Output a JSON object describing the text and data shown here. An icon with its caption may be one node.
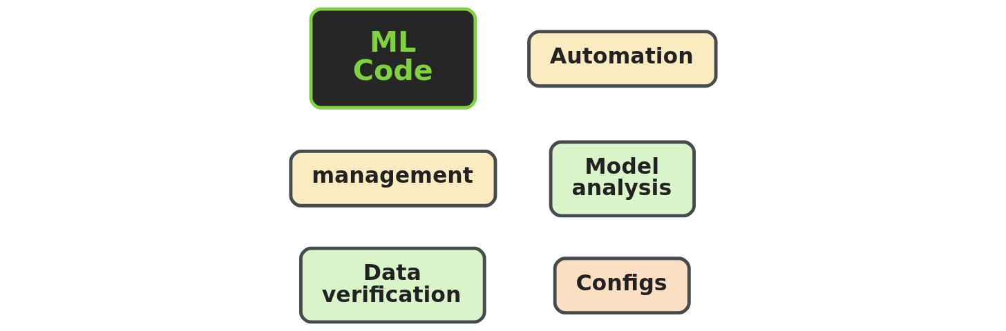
{
  "diagram": {
    "nodes": [
      {
        "text": [
          "management"
        ]
      },
      {
        "text": [
          "Data verification"
        ]
      },
      {
        "text": [
          "Configs"
        ]
      },
      {
        "text": [
          "Model analysis"
        ]
      },
      {
        "text": [
          "ML Code"
        ]
      },
      {
        "text": [
          "Automation"
        ]
      }
    ]
  }
}
